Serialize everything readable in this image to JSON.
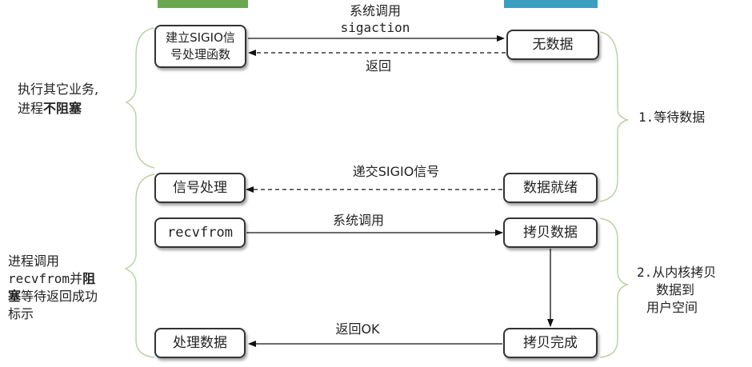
{
  "colors": {
    "app_bar": "#6aa84f",
    "kernel_bar": "#3a9fc0",
    "brace": "#b9d3a6"
  },
  "left_notes": {
    "note1_line1": "执行其它业务,",
    "note1_line2_prefix": "进程",
    "note1_line2_bold": "不阻塞",
    "note2_line1": "进程调用",
    "note2_line2_prefix": "recvfrom并",
    "note2_line2_bold": "阻",
    "note2_line3_bold": "塞",
    "note2_line3_rest": "等待返回成功",
    "note2_line4": "标示"
  },
  "app_boxes": {
    "setup_line1": "建立SIGIO信",
    "setup_line2": "号处理函数",
    "signal_handler": "信号处理",
    "recvfrom": "recvfrom",
    "process_data": "处理数据"
  },
  "kernel_boxes": {
    "no_data": "无数据",
    "data_ready": "数据就绪",
    "copy_data": "拷贝数据",
    "copy_done": "拷贝完成"
  },
  "arrows": {
    "syscall_sigaction_line1": "系统调用",
    "syscall_sigaction_line2": "sigaction",
    "return1": "返回",
    "deliver_sigio": "递交SIGIO信号",
    "syscall2": "系统调用",
    "return_ok": "返回OK"
  },
  "right_notes": {
    "phase1": "1.等待数据",
    "phase2_line1": "2.从内核拷贝",
    "phase2_line2": "数据到",
    "phase2_line3": "用户空间"
  }
}
